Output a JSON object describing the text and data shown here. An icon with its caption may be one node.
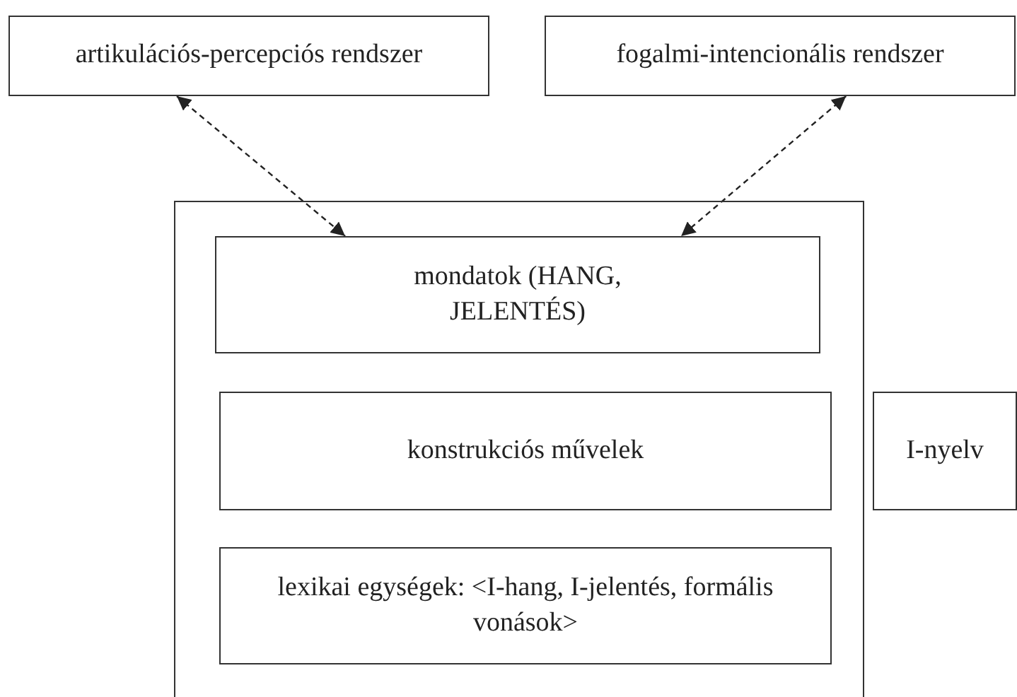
{
  "diagram": {
    "nodes": [
      {
        "text": [
          "artikulációs-percepciós rendszer"
        ]
      },
      {
        "text": [
          "fogalmi-intencionális rendszer"
        ]
      },
      {
        "text": [],
        "shape": "box"
      },
      {
        "text": [
          "mondatok (HANG, JELENTÉS)"
        ],
        "in": 2
      },
      {
        "text": [
          "konstrukciós művelek"
        ],
        "in": 2
      },
      {
        "text": [
          "lexikai egységek: <I-hang, I-jelentés, formális vonások>"
        ],
        "in": 2
      },
      {
        "text": [
          "I-nyelv"
        ]
      }
    ],
    "edges": [
      {
        "from": 0,
        "to": 3,
        "arrow": "both",
        "style": "dashed"
      },
      {
        "from": 1,
        "to": 3,
        "arrow": "both",
        "style": "dashed"
      }
    ]
  }
}
